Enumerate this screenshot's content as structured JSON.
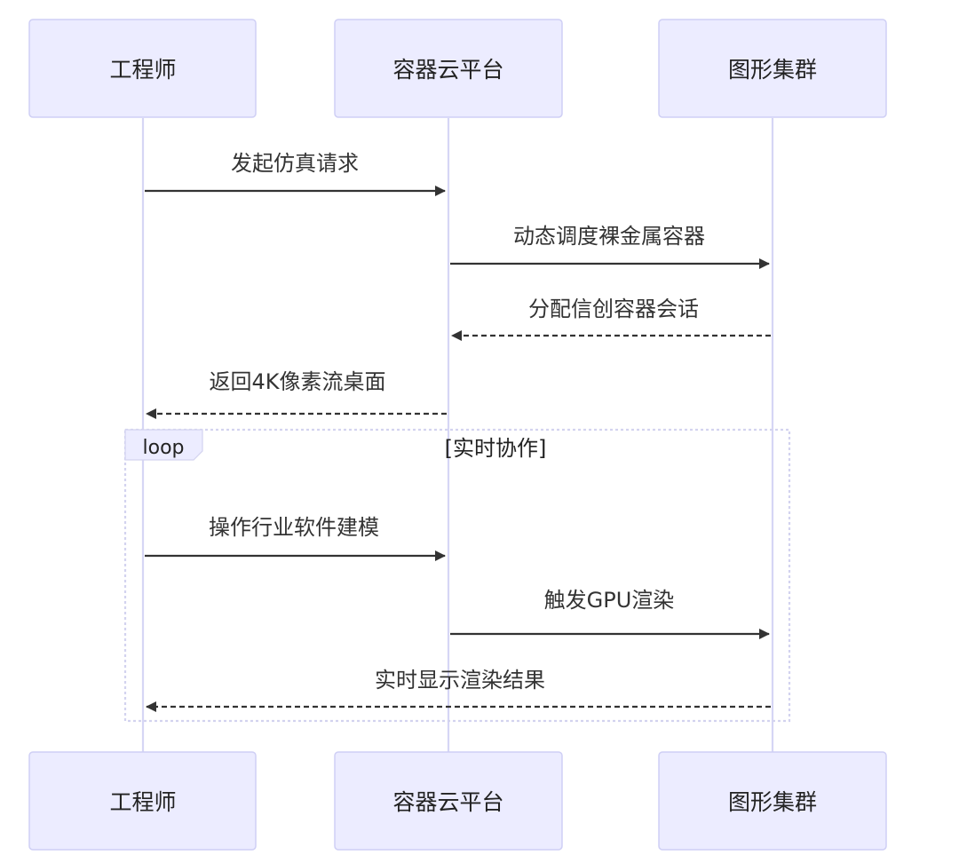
{
  "participants": [
    {
      "label": "工程师"
    },
    {
      "label": "容器云平台"
    },
    {
      "label": "图形集群"
    }
  ],
  "messages": [
    {
      "text": "发起仿真请求",
      "from": 0,
      "to": 1,
      "style": "solid"
    },
    {
      "text": "动态调度裸金属容器",
      "from": 1,
      "to": 2,
      "style": "solid"
    },
    {
      "text": "分配信创容器会话",
      "from": 2,
      "to": 1,
      "style": "dashed"
    },
    {
      "text": "返回4K像素流桌面",
      "from": 1,
      "to": 0,
      "style": "dashed"
    },
    {
      "text": "操作行业软件建模",
      "from": 0,
      "to": 1,
      "style": "solid"
    },
    {
      "text": "触发GPU渲染",
      "from": 1,
      "to": 2,
      "style": "solid"
    },
    {
      "text": "实时显示渲染结果",
      "from": 2,
      "to": 0,
      "style": "dashed"
    }
  ],
  "loop": {
    "keyword": "loop",
    "label": "[实时协作]"
  },
  "colors": {
    "actor_fill": "#ececff",
    "actor_stroke": "#cfcff5",
    "lifeline": "#d6d6f5",
    "arrow": "#333333",
    "text": "#222222"
  }
}
